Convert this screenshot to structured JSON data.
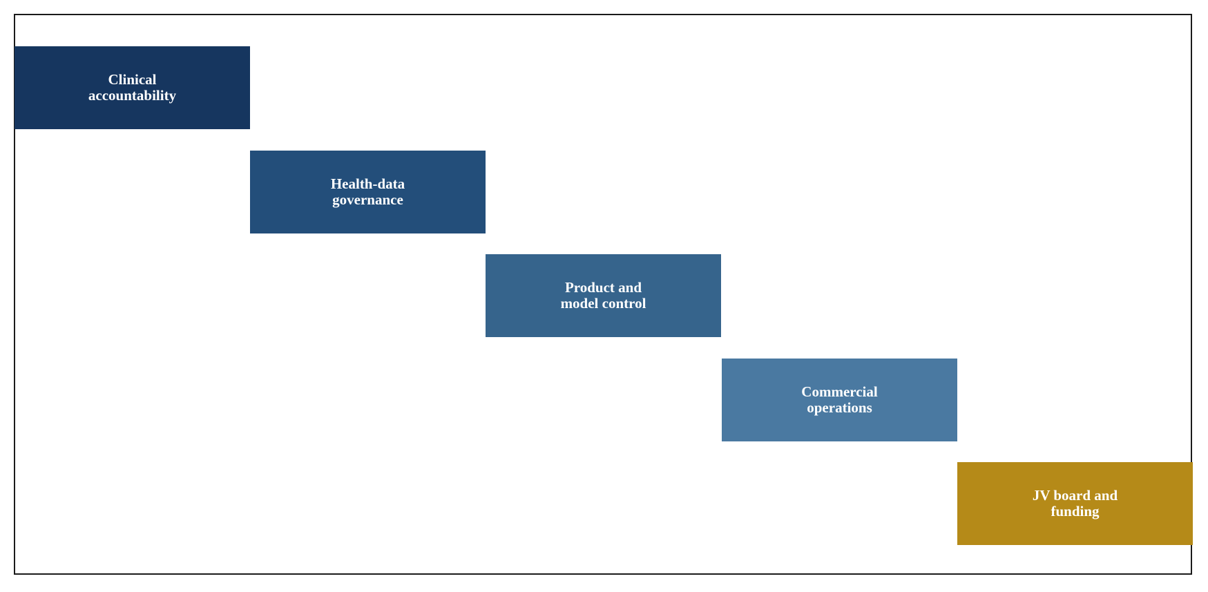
{
  "diagram": {
    "blocks": [
      {
        "label": "Clinical\naccountability",
        "color": "#16365f"
      },
      {
        "label": "Health-data\ngovernance",
        "color": "#234e7a"
      },
      {
        "label": "Product and\nmodel control",
        "color": "#36648c"
      },
      {
        "label": "Commercial\noperations",
        "color": "#4a79a1"
      },
      {
        "label": "JV board and\nfunding",
        "color": "#b58a18"
      }
    ]
  }
}
